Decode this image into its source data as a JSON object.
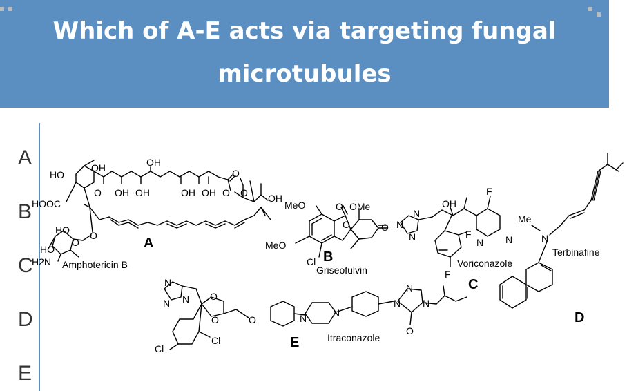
{
  "slide": {
    "title": "Which of A-E acts via targeting fungal microtubules",
    "banner_color": "#5b8fc2"
  },
  "options": [
    "A",
    "B",
    "C",
    "D",
    "E"
  ],
  "structures": {
    "A": {
      "letter": "A",
      "name": "Amphotericin B",
      "labels": [
        "HO",
        "OH",
        "OH",
        "O",
        "HOOC",
        "O",
        "OH",
        "OH",
        "OH",
        "OH",
        "O",
        "O",
        "OH",
        "HO",
        "O",
        "HO",
        "H2N",
        "O"
      ]
    },
    "B": {
      "letter": "B",
      "name": "Griseofulvin",
      "labels": [
        "MeO",
        "O",
        "OMe",
        "O",
        "MeO",
        "Cl",
        "O"
      ]
    },
    "C": {
      "letter": "C",
      "name": "Voriconazole",
      "labels": [
        "N",
        "N",
        "N",
        "OH",
        "F",
        "F",
        "N",
        "N",
        "F"
      ]
    },
    "D": {
      "letter": "D",
      "name": "Terbinafine",
      "labels": [
        "Me",
        "N"
      ]
    },
    "E": {
      "letter": "E",
      "name": "Itraconazole",
      "labels": [
        "N",
        "N",
        "N",
        "O",
        "O",
        "O",
        "N",
        "N",
        "N",
        "N",
        "N",
        "O",
        "Cl",
        "Cl"
      ]
    }
  }
}
